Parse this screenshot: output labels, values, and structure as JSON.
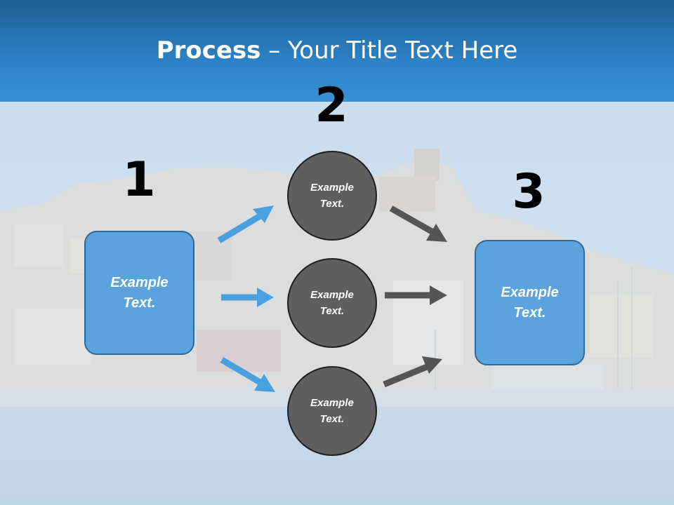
{
  "title": {
    "bold": "Process",
    "rest": " – Your Title Text Here"
  },
  "steps": [
    {
      "number": "1",
      "text_line1": "Example",
      "text_line2": "Text."
    },
    {
      "number": "2"
    },
    {
      "number": "3",
      "text_line1": "Example",
      "text_line2": "Text."
    }
  ],
  "circles": [
    {
      "text_line1": "Example",
      "text_line2": "Text."
    },
    {
      "text_line1": "Example",
      "text_line2": "Text."
    },
    {
      "text_line1": "Example",
      "text_line2": "Text."
    }
  ],
  "colors": {
    "header": "#2c7fc2",
    "box_fill": "#5aa3de",
    "circle_fill": "#5f5f5f",
    "blue_arrow": "#4aa0dd",
    "gray_arrow": "#555555"
  }
}
